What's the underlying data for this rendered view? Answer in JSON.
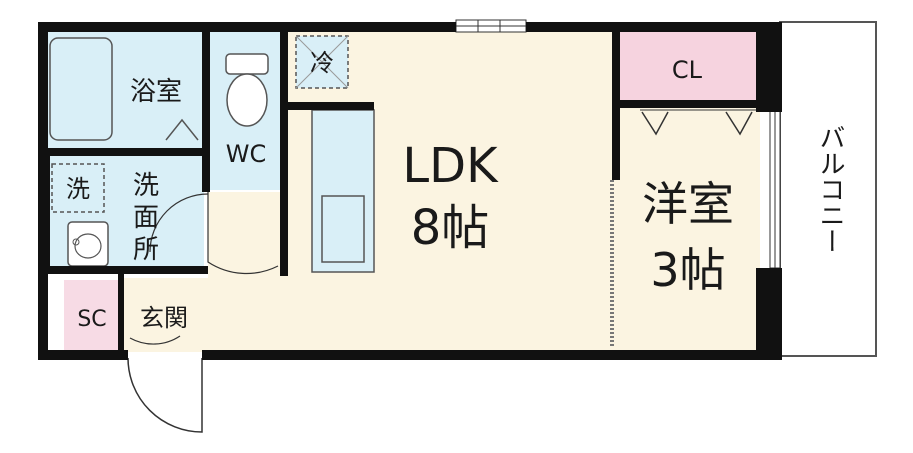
{
  "rooms": {
    "ldk_name": "LDK",
    "ldk_size": "8帖",
    "western_name": "洋室",
    "western_size": "3帖",
    "bath": "浴室",
    "wc": "WC",
    "washroom_l1": "洗",
    "washroom_l2": "面",
    "washroom_l3": "所",
    "washer": "洗",
    "fridge": "冷",
    "closet": "CL",
    "storage": "SC",
    "entrance": "玄関",
    "balcony": "バルコニー"
  },
  "colors": {
    "wall": "#111111",
    "floor": "#fbf4e1",
    "wet_area": "#d9eff7",
    "closet": "#f6d3df",
    "storage": "#f7dbe5",
    "outline": "#7a7a7a"
  }
}
